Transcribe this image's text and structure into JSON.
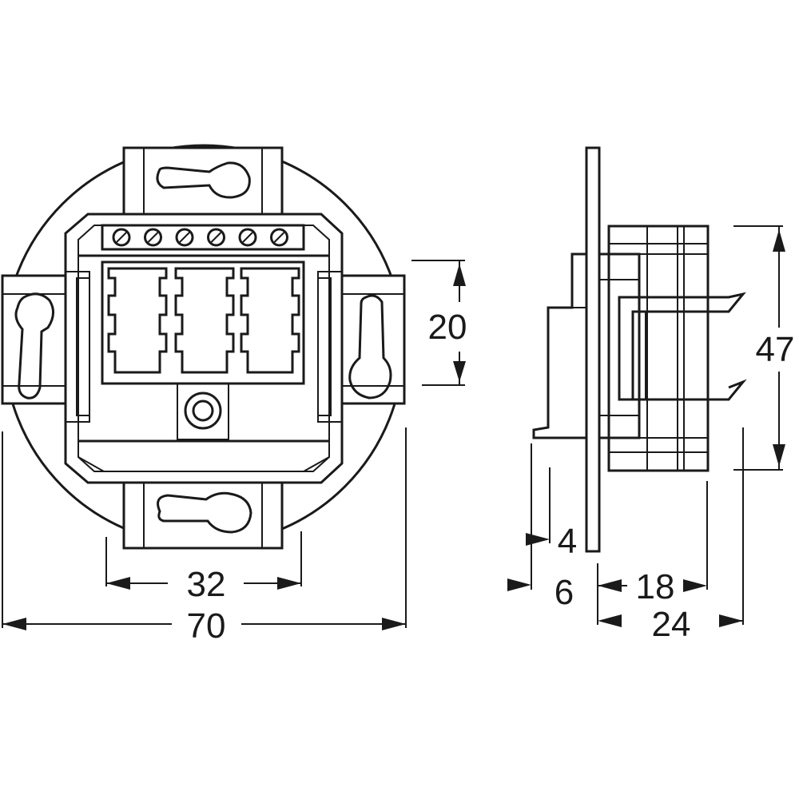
{
  "front_view": {
    "terminal_screws": 6,
    "dim_width_outer": "70",
    "dim_screw_spacing": "32",
    "dim_port_height": "20"
  },
  "side_view": {
    "dim_height": "47",
    "dim_plate_offset": "4",
    "dim_back_offset": "6",
    "dim_depth_front": "18",
    "dim_depth_total": "24"
  },
  "colors": {
    "stroke": "#1a1a1a",
    "background": "#ffffff"
  }
}
